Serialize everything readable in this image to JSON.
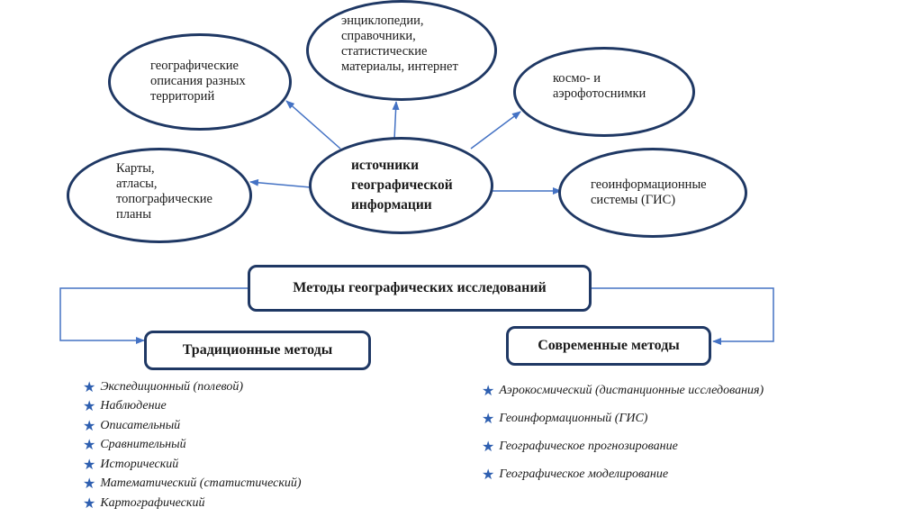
{
  "center": {
    "text": [
      "источники",
      "географической",
      "информации"
    ]
  },
  "sources": [
    {
      "id": "descriptions",
      "lines": [
        "географические",
        "описания разных",
        "территорий"
      ]
    },
    {
      "id": "encyclopedias",
      "lines": [
        "энциклопедии,",
        "справочники,",
        "статистические",
        "материалы, интернет"
      ]
    },
    {
      "id": "space-photos",
      "lines": [
        "космо- и",
        "аэрофотоснимки"
      ]
    },
    {
      "id": "maps",
      "lines": [
        "Карты,",
        "атласы,",
        "топографические",
        "планы"
      ]
    },
    {
      "id": "gis",
      "lines": [
        "геоинформационные",
        "системы (ГИС)"
      ]
    }
  ],
  "methods": {
    "title": "Методы географических исследований",
    "traditional": {
      "title": "Традиционные методы",
      "items": [
        "Экспедиционный (полевой)",
        "Наблюдение",
        "Описательный",
        "Сравнительный",
        "Исторический",
        "Математический (статистический)",
        "Картографический"
      ]
    },
    "modern": {
      "title": "Современные методы",
      "items": [
        "Аэрокосмический (дистанционные исследования)",
        "Геоинформационный (ГИС)",
        "Географическое прогнозирование",
        "Географическое моделирование"
      ]
    }
  },
  "colors": {
    "border": "#1f3864",
    "arrow": "#4472c4",
    "star": "#2e5fb0"
  }
}
